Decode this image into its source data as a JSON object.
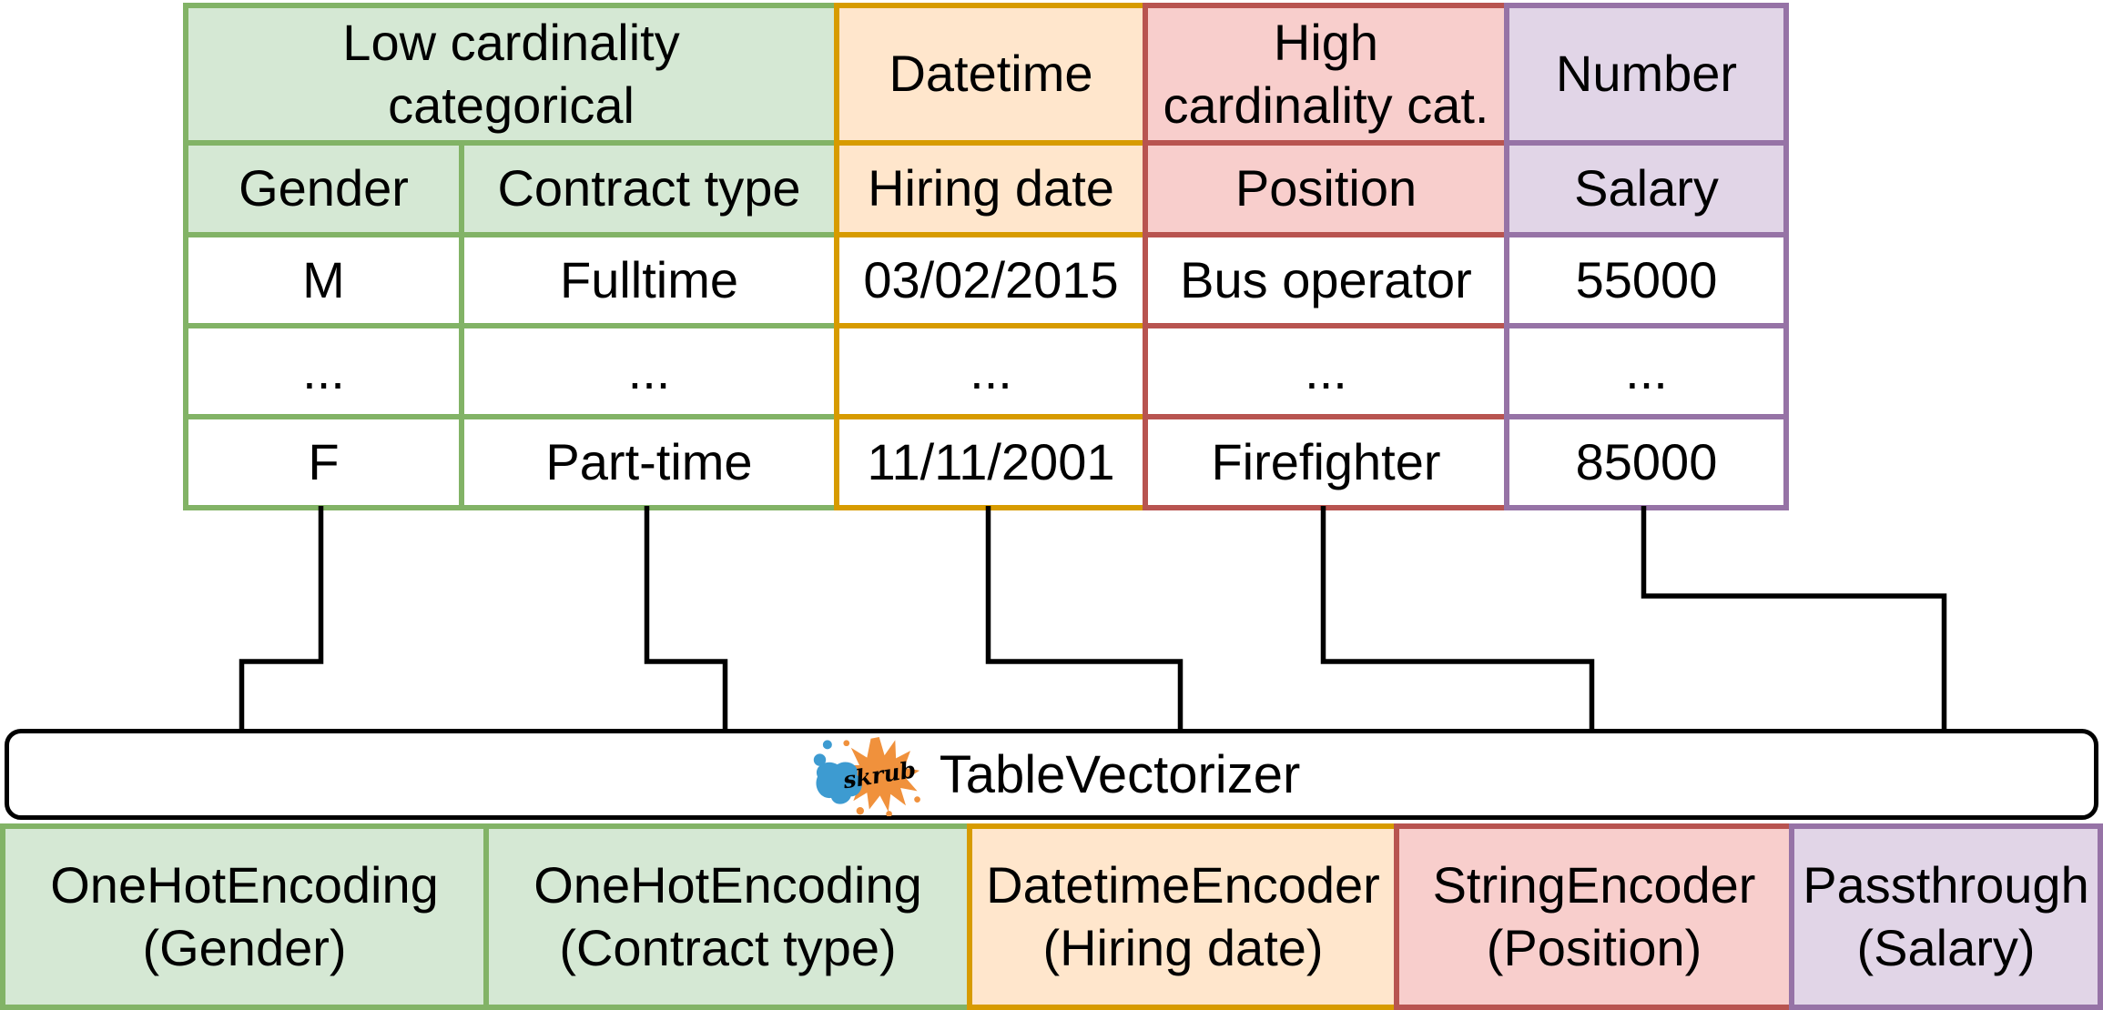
{
  "table": {
    "groups": [
      {
        "line1": "Low cardinality",
        "line2": "categorical"
      },
      {
        "line1": "Datetime",
        "line2": ""
      },
      {
        "line1": "High",
        "line2": "cardinality cat."
      },
      {
        "line1": "Number",
        "line2": ""
      }
    ],
    "columns": [
      "Gender",
      "Contract type",
      "Hiring date",
      "Position",
      "Salary"
    ],
    "rows": [
      [
        "M",
        "Fulltime",
        "03/02/2015",
        "Bus operator",
        "55000"
      ],
      [
        "...",
        "...",
        "...",
        "...",
        "..."
      ],
      [
        "F",
        "Part-time",
        "11/11/2001",
        "Firefighter",
        "85000"
      ]
    ]
  },
  "vectorizer": {
    "label": "TableVectorizer",
    "logo_text": "skrub"
  },
  "encoders": [
    {
      "name": "OneHotEncoding",
      "target": "(Gender)"
    },
    {
      "name": "OneHotEncoding",
      "target": "(Contract type)"
    },
    {
      "name": "DatetimeEncoder",
      "target": "(Hiring date)"
    },
    {
      "name": "StringEncoder",
      "target": "(Position)"
    },
    {
      "name": "Passthrough",
      "target": "(Salary)"
    }
  ],
  "colors": {
    "green_fill": "#d5e8d4",
    "green_stroke": "#82b366",
    "orange_fill": "#ffe6cc",
    "orange_stroke": "#d79b00",
    "red_fill": "#f8cecc",
    "red_stroke": "#b85450",
    "purple_fill": "#e1d5e7",
    "purple_stroke": "#9673a6",
    "connector_line": "#000000",
    "logo_orange": "#f0913c",
    "logo_blue": "#3d9bd1"
  }
}
